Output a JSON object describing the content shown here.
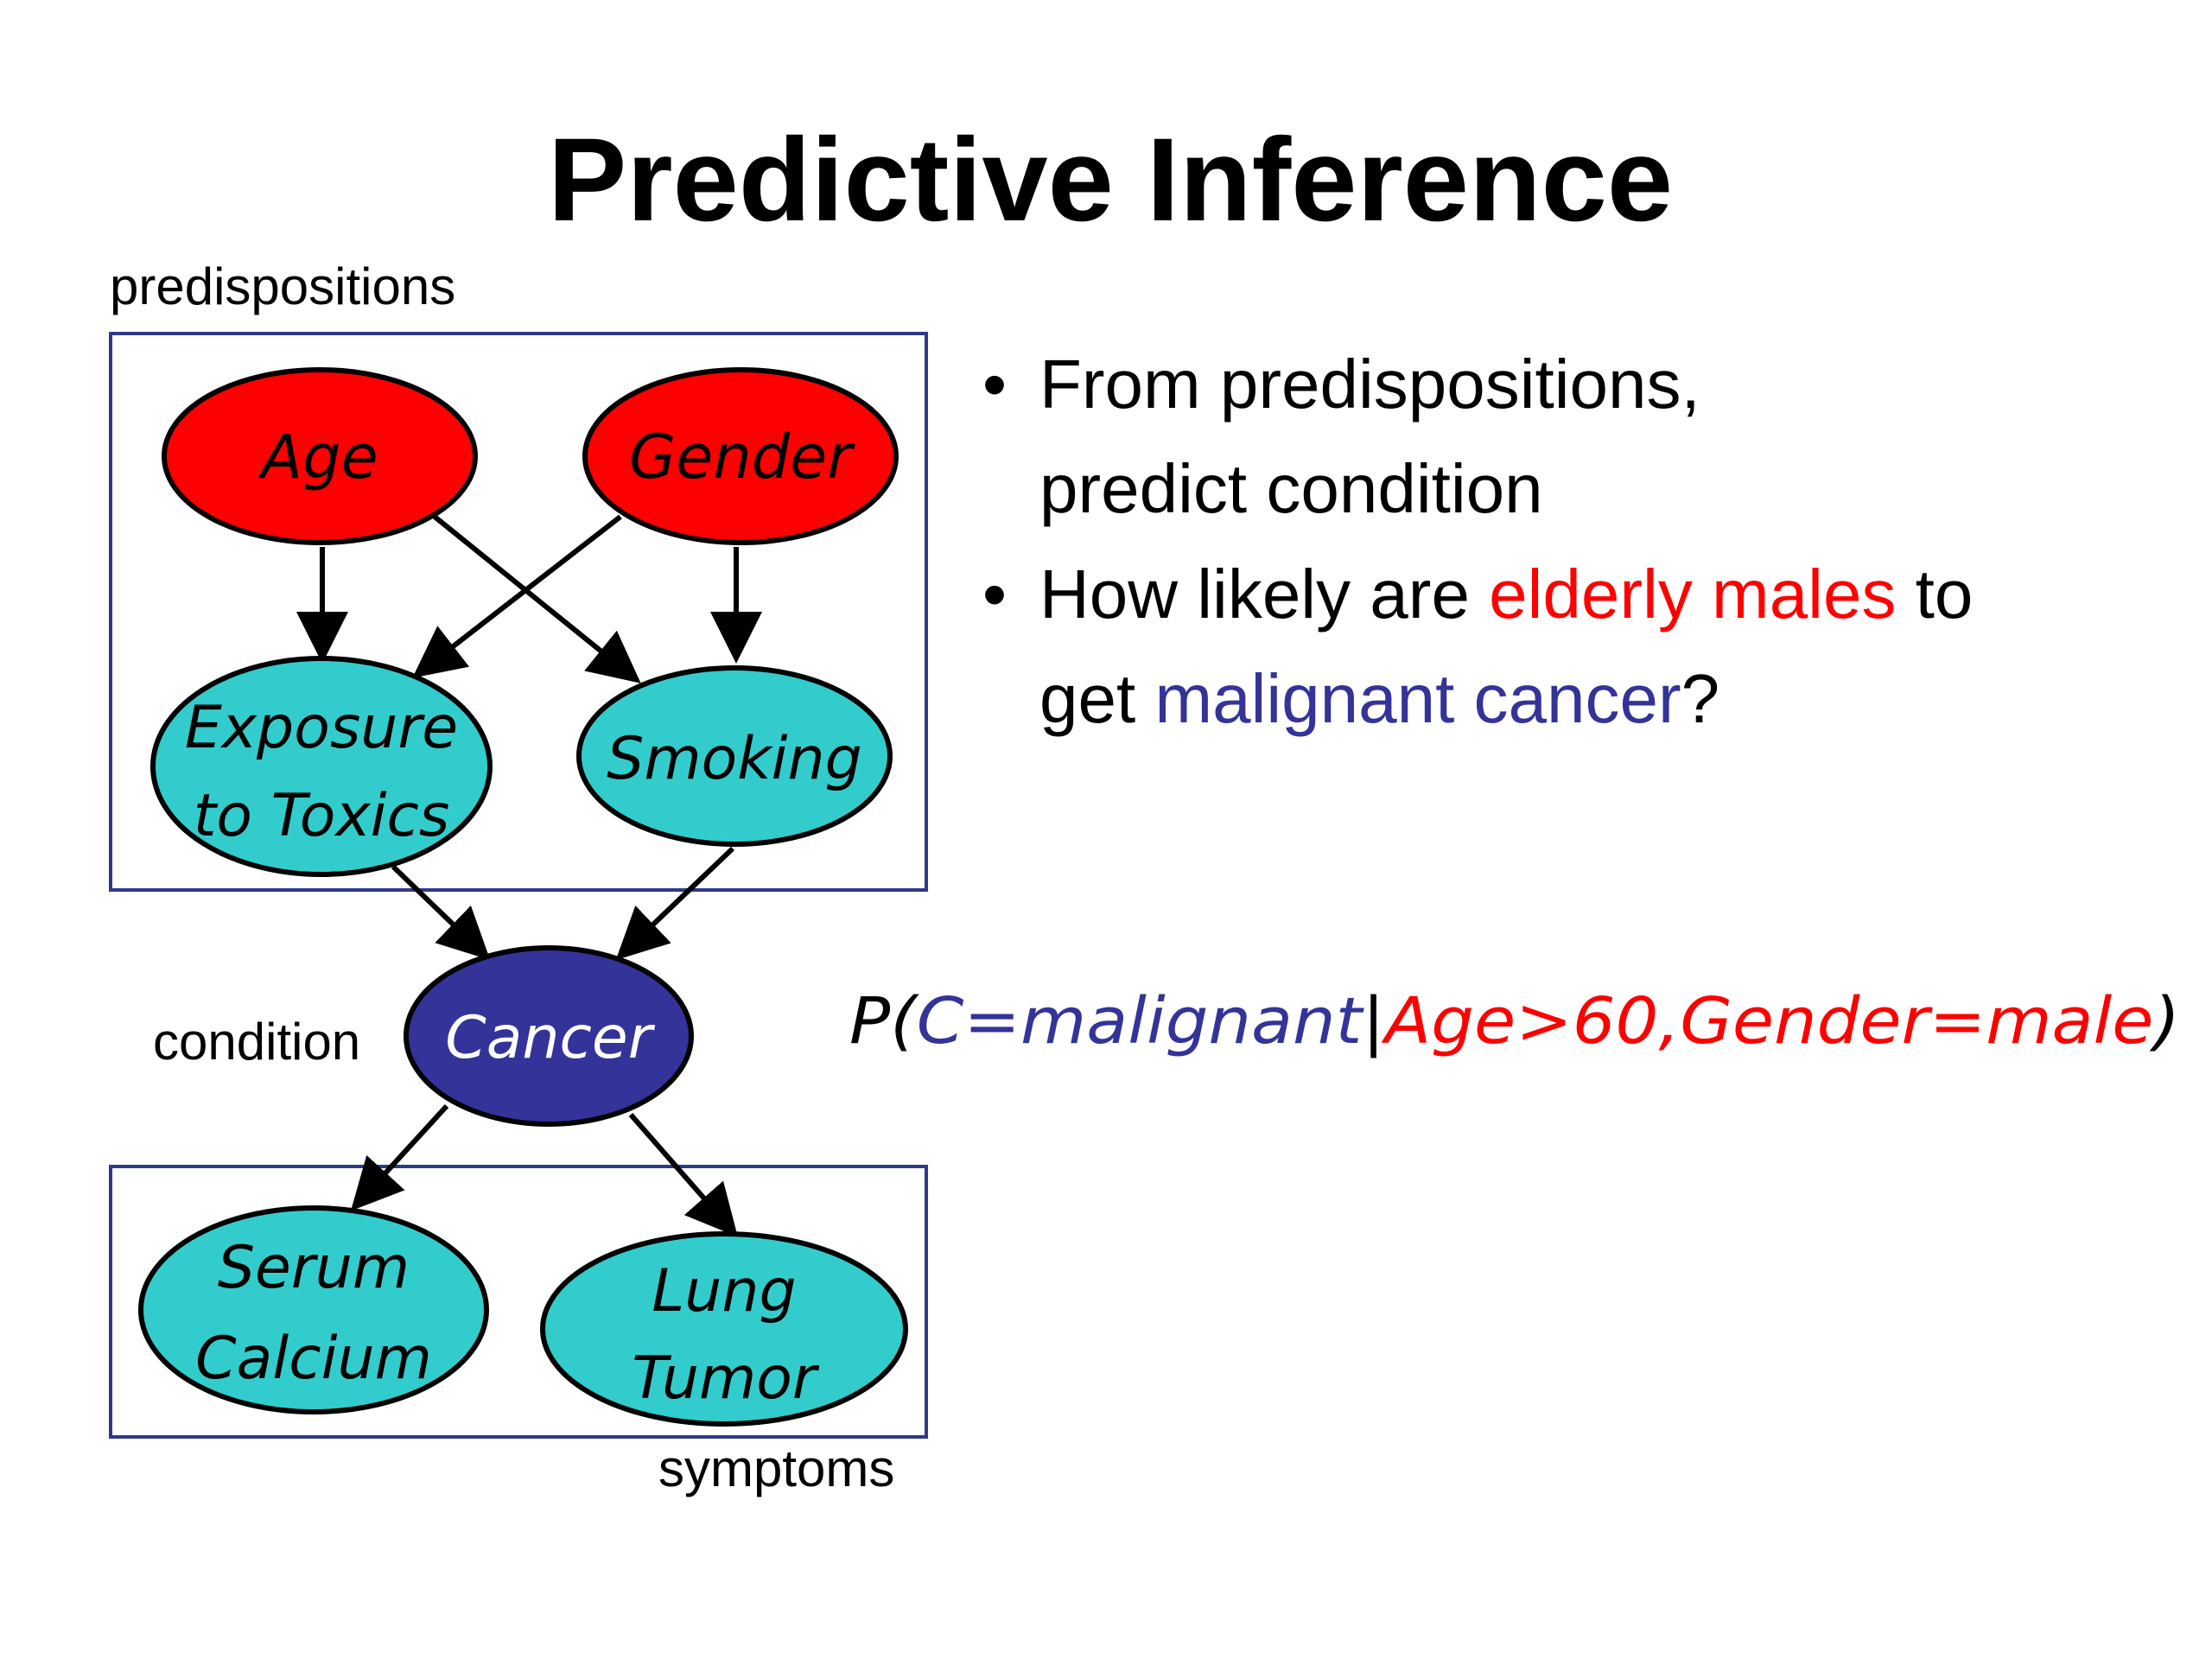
{
  "slide": {
    "title": "Predictive Inference"
  },
  "groups": {
    "predispositions": "predispositions",
    "condition": "condition",
    "symptoms": "symptoms"
  },
  "nodes": {
    "age": "Age",
    "gender": "Gender",
    "exposure_line1": "Exposure",
    "exposure_line2": "to Toxics",
    "smoking": "Smoking",
    "cancer": "Cancer",
    "serum_line1": "Serum",
    "serum_line2": "Calcium",
    "lung_line1": "Lung",
    "lung_line2": "Tumor"
  },
  "bullets": {
    "b1_line1": "From predispositions,",
    "b1_line2": "predict condition",
    "b2_part1": "How likely are ",
    "b2_highlight1": "elderly males",
    "b2_part2": " to",
    "b2_part3": "get ",
    "b2_highlight2": "malignant cancer",
    "b2_part4": "?"
  },
  "formula": {
    "open": "P(",
    "query": "C=malignant",
    "bar": "|",
    "evidence": "Age>60,Gender=male",
    "close": ")"
  },
  "colors": {
    "red": "#ff0000",
    "teal": "#33cccc",
    "navy": "#333399",
    "box": "#2e3a87"
  }
}
